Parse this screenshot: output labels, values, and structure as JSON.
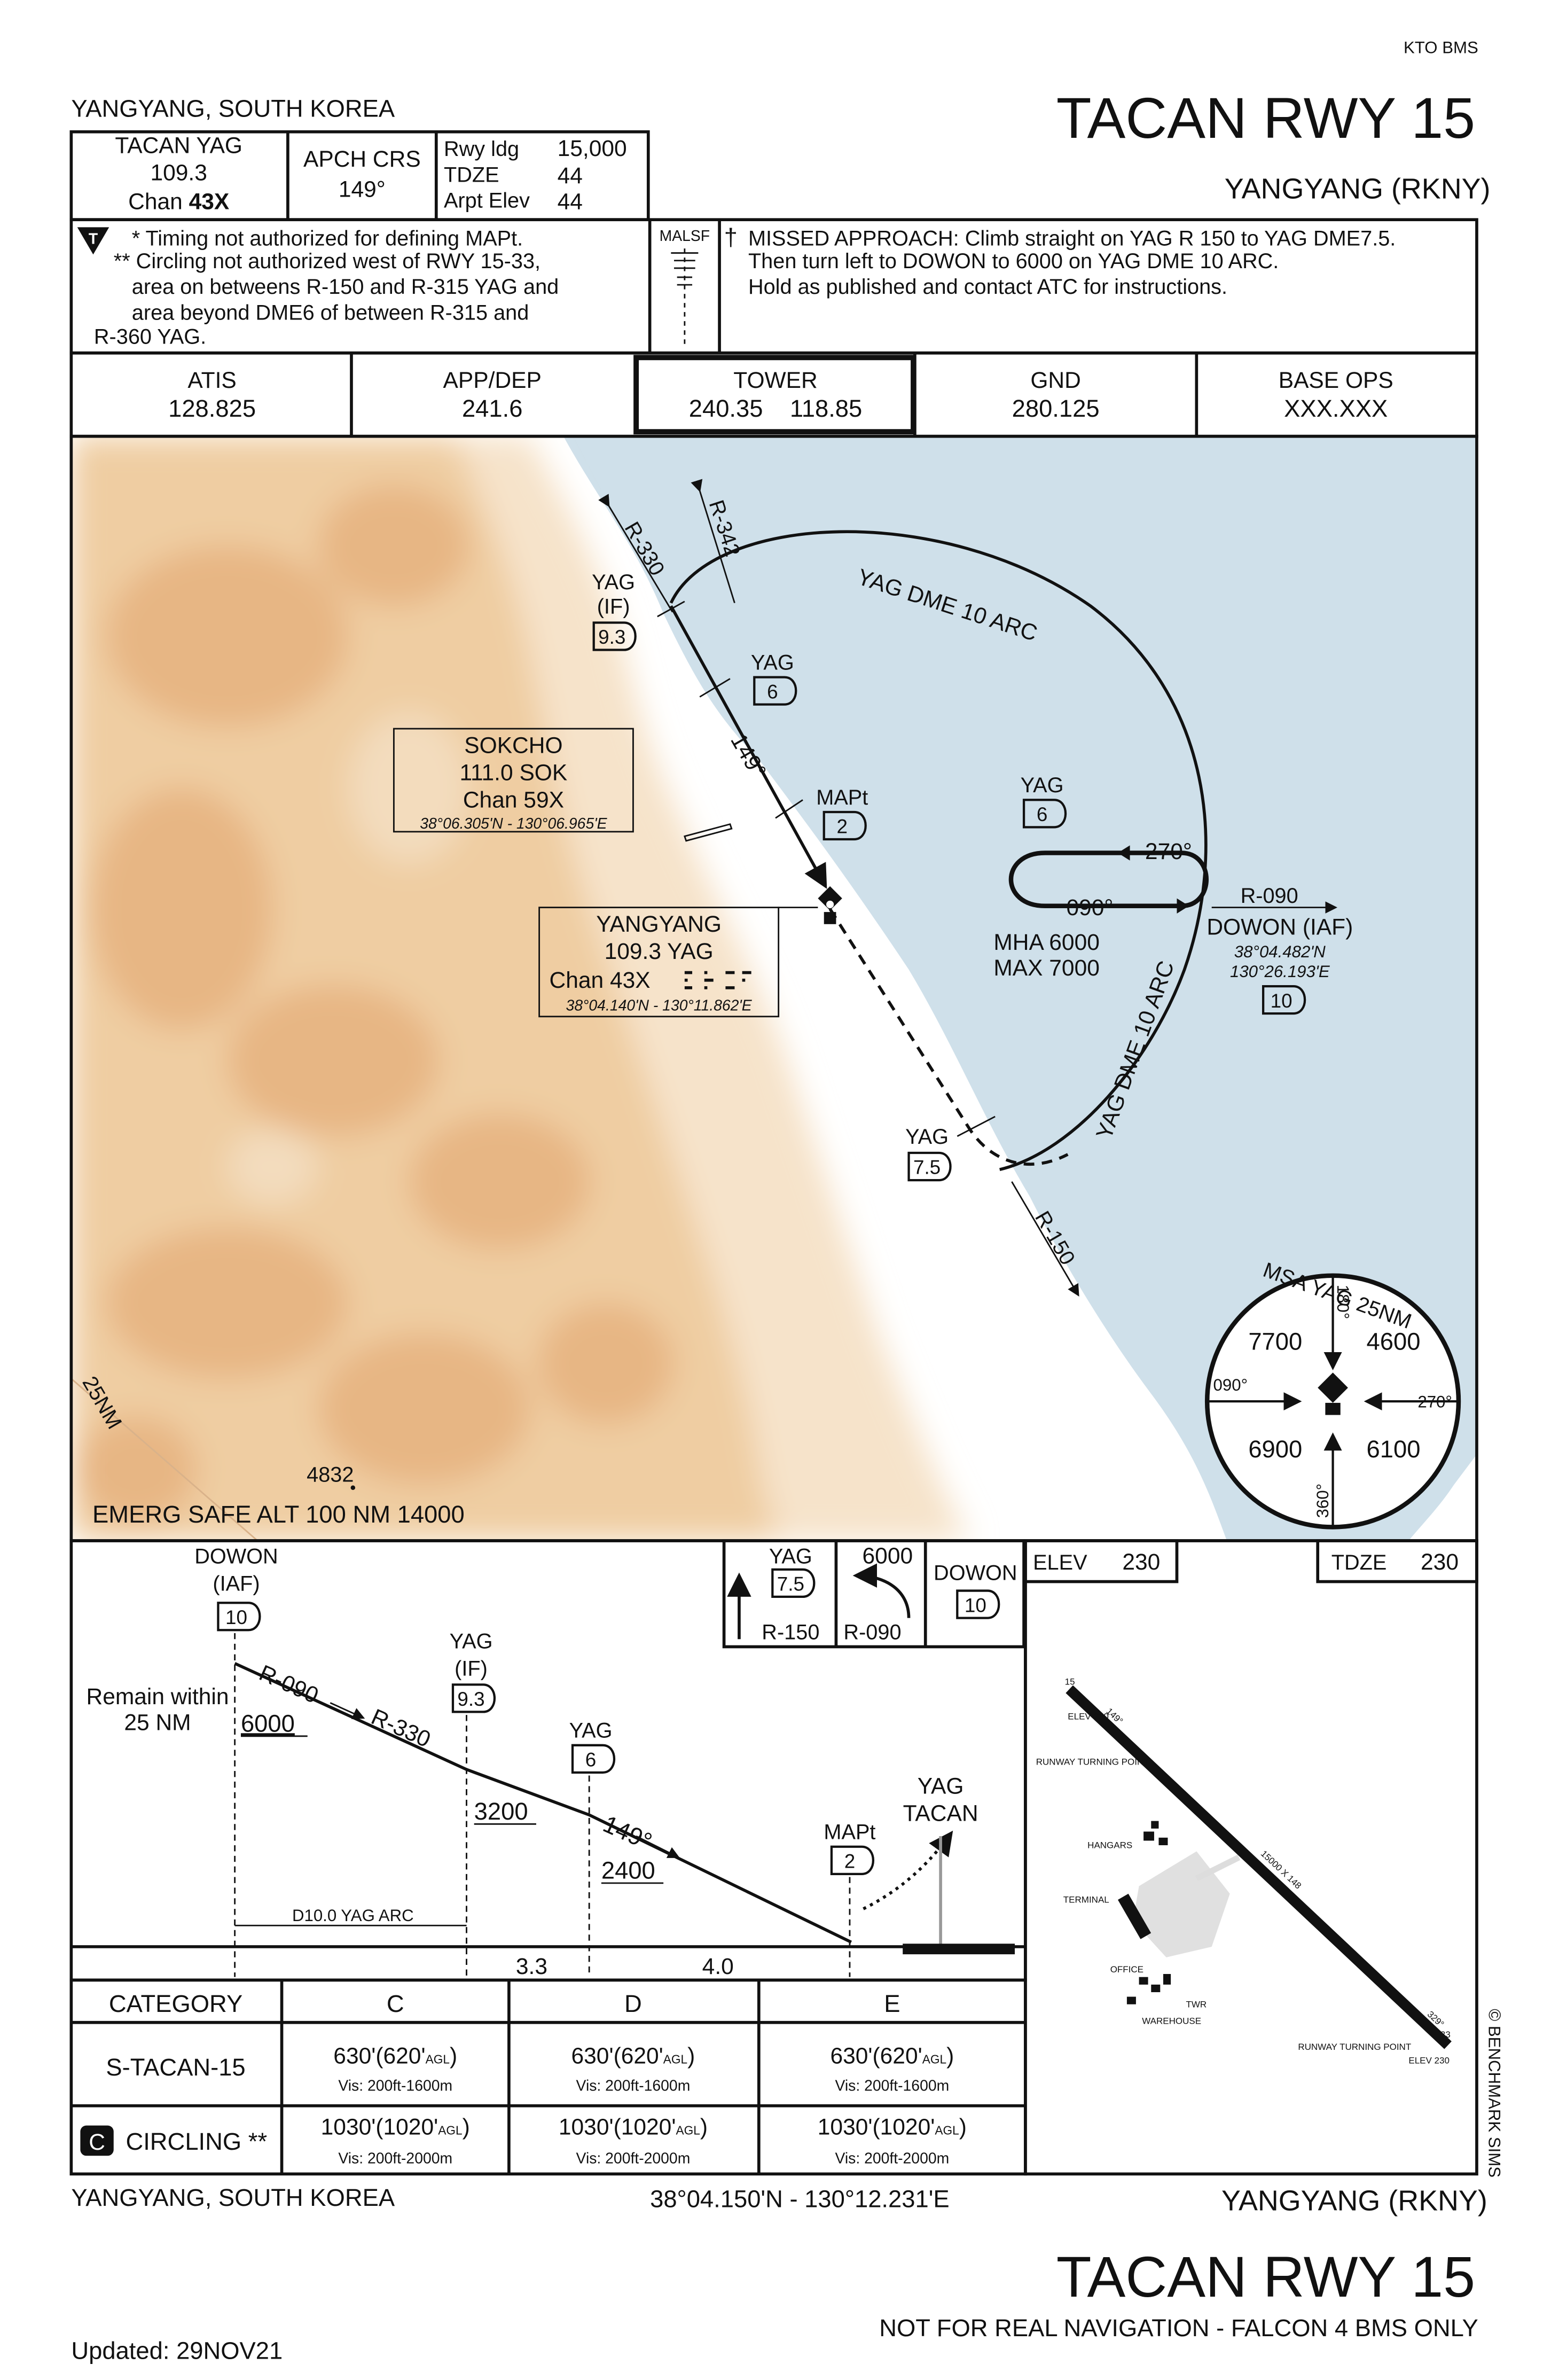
{
  "header": {
    "publisher": "KTO BMS",
    "location": "YANGYANG, SOUTH KOREA",
    "title": "TACAN RWY 15",
    "airport": "YANGYANG (RKNY)"
  },
  "info": {
    "tacan_label": "TACAN YAG",
    "tacan_freq": "109.3",
    "tacan_chan_prefix": "Chan",
    "tacan_chan": "43X",
    "apch_crs_label": "APCH CRS",
    "apch_crs": "149°",
    "rwy_ldg_label": "Rwy ldg",
    "rwy_ldg": "15,000",
    "tdze_label": "TDZE",
    "tdze": "44",
    "arpt_elev_label": "Arpt Elev",
    "arpt_elev": "44"
  },
  "notes": {
    "t_symbol": "T",
    "lines": [
      "* Timing not authorized for defining MAPt.",
      "** Circling not authorized west of RWY 15-33,",
      "area on betweens R-150 and R-315 YAG and",
      "area beyond DME6 of between R-315 and",
      "R-360 YAG."
    ],
    "malsf": "MALSF",
    "missed_dagger": "†",
    "missed_lines": [
      "MISSED APPROACH: Climb straight on YAG R 150 to YAG DME7.5.",
      "Then turn left to DOWON to 6000 on YAG DME 10 ARC.",
      "Hold as published and contact ATC for instructions."
    ]
  },
  "comms": [
    {
      "label": "ATIS",
      "value": "128.825"
    },
    {
      "label": "APP/DEP",
      "value": "241.6"
    },
    {
      "label": "TOWER",
      "value": "240.35    118.85"
    },
    {
      "label": "GND",
      "value": "280.125"
    },
    {
      "label": "BASE OPS",
      "value": "XXX.XXX"
    }
  ],
  "plan": {
    "r330": "R-330",
    "r342": "R-342",
    "arc_label": "YAG DME 10 ARC",
    "arc_label2": "YAG DME 10 ARC",
    "yag_if_name": "YAG",
    "yag_if_sub": "(IF)",
    "yag_if_dme": "9.3",
    "yag6_name": "YAG",
    "yag6_dme": "6",
    "course": "149°",
    "mapt_name": "MAPt",
    "mapt_dme": "2",
    "sokcho": {
      "name": "SOKCHO",
      "freq": "111.0  SOK",
      "chan": "Chan 59X",
      "coord": "38°06.305'N - 130°06.965'E"
    },
    "yangyang": {
      "name": "YANGYANG",
      "freq": "109.3   YAG",
      "chan": "Chan 43X",
      "coord": "38°04.140'N - 130°11.862'E"
    },
    "hold_fix_name": "YAG",
    "hold_fix_dme": "6",
    "hold_in": "270°",
    "hold_out": "090°",
    "mha": "MHA 6000",
    "max": "MAX 7000",
    "r090": "R-090",
    "dowon_name": "DOWON (IAF)",
    "dowon_lat": "38°04.482'N",
    "dowon_lon": "130°26.193'E",
    "dowon_dme": "10",
    "yag75_name": "YAG",
    "yag75_dme": "7.5",
    "r150": "R-150",
    "range_25nm": "25NM",
    "spot_elev": "4832",
    "emerg": "EMERG SAFE ALT 100 NM 14000",
    "msa": {
      "title": "MSA YAG 25NM",
      "nw": "7700",
      "ne": "4600",
      "sw": "6900",
      "se": "6100",
      "b180": "180°",
      "b090": "090°",
      "b270": "270°",
      "b360": "360°"
    }
  },
  "profile": {
    "dowon_name": "DOWON",
    "dowon_iaf": "(IAF)",
    "dowon_dme": "10",
    "remain1": "Remain within",
    "remain2": "25 NM",
    "r090": "R-090",
    "r330": "R-330",
    "alt6000": "6000",
    "yag_if_name": "YAG",
    "yag_if_sub": "(IF)",
    "yag_if_dme": "9.3",
    "alt3200": "3200",
    "yag6_name": "YAG",
    "yag6_dme": "6",
    "course": "149°",
    "alt2400": "2400",
    "mapt_name": "MAPt",
    "mapt_dme": "2",
    "tacan1": "YAG",
    "tacan2": "TACAN",
    "arc_note": "D10.0 YAG ARC",
    "dist1": "3.3",
    "dist2": "4.0",
    "missed": {
      "yag": "YAG",
      "dme": "7.5",
      "r150": "R-150",
      "alt": "6000",
      "r090": "R-090",
      "dowon": "DOWON",
      "dowon_dme": "10"
    }
  },
  "airport": {
    "elev_label": "ELEV",
    "elev": "230",
    "tdze_label": "TDZE",
    "tdze": "230",
    "labels": [
      "ELEV 230",
      "RUNWAY TURNING POINT",
      "HANGARS",
      "TERMINAL",
      "OFFICE",
      "TWR",
      "WAREHOUSE",
      "RUNWAY TURNING POINT",
      "ELEV 230",
      "15",
      "33",
      "149°",
      "329°",
      "15000 X 148"
    ]
  },
  "minimums": {
    "headers": [
      "CATEGORY",
      "C",
      "D",
      "E"
    ],
    "rows": [
      {
        "label": "S-TACAN-15",
        "icon": "",
        "cells": [
          {
            "main": "630'(620'",
            "agl": "AGL",
            "close": ")",
            "vis": "Vis: 200ft-1600m"
          },
          {
            "main": "630'(620'",
            "agl": "AGL",
            "close": ")",
            "vis": "Vis: 200ft-1600m"
          },
          {
            "main": "630'(620'",
            "agl": "AGL",
            "close": ")",
            "vis": "Vis: 200ft-1600m"
          }
        ]
      },
      {
        "label": "CIRCLING **",
        "icon": "C",
        "cells": [
          {
            "main": "1030'(1020'",
            "agl": "AGL",
            "close": ")",
            "vis": "Vis: 200ft-2000m"
          },
          {
            "main": "1030'(1020'",
            "agl": "AGL",
            "close": ")",
            "vis": "Vis: 200ft-2000m"
          },
          {
            "main": "1030'(1020'",
            "agl": "AGL",
            "close": ")",
            "vis": "Vis: 200ft-2000m"
          }
        ]
      }
    ]
  },
  "footer": {
    "location": "YANGYANG, SOUTH KOREA",
    "coords": "38°04.150'N - 130°12.231'E",
    "airport": "YANGYANG (RKNY)",
    "copyright": "© BENCHMARK SIMS",
    "title": "TACAN RWY 15",
    "disclaimer": "NOT FOR REAL NAVIGATION - FALCON 4 BMS ONLY",
    "updated": "Updated: 29NOV21"
  },
  "colors": {
    "sea": "#cfe0ea",
    "terrain_low": "#f6e3ca",
    "terrain_mid": "#efcda2",
    "terrain_high": "#e7b684",
    "ink": "#111111"
  }
}
